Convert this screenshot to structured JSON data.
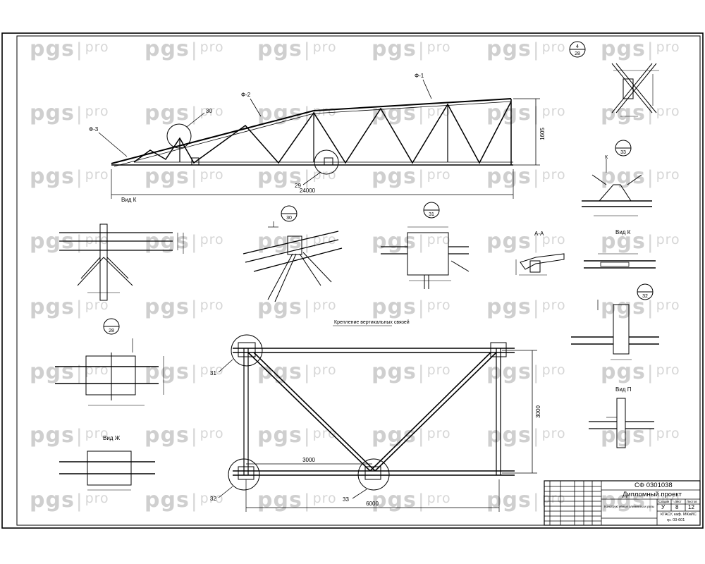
{
  "watermark": {
    "brand": "pgs",
    "separator": "|",
    "suffix": "pro"
  },
  "truss": {
    "span_label": "24000",
    "height_label": "1605",
    "view_label": "Вид К",
    "profile_labels": [
      "Ф-1",
      "Ф-2",
      "Ф-3"
    ],
    "callouts": [
      "30",
      "29"
    ]
  },
  "node_markers": [
    {
      "top": "4",
      "bottom": "28"
    },
    {
      "top": "",
      "bottom": "33"
    },
    {
      "top": "",
      "bottom": "30"
    },
    {
      "top": "",
      "bottom": "31"
    },
    {
      "top": "",
      "bottom": "28"
    },
    {
      "top": "",
      "bottom": "32"
    }
  ],
  "section_labels": {
    "aa": "А-А",
    "view_k": "Вид К",
    "view_zh": "Вид Ж",
    "view_p": "Вид П"
  },
  "bracing": {
    "title": "Крепление вертикальных связей",
    "width_label": "6000",
    "inner_label": "3000",
    "height_label": "3000",
    "callouts": [
      "31",
      "32",
      "33"
    ]
  },
  "title_block": {
    "code": "СФ 0301038",
    "project": "Дипломный проект",
    "sheet_desc": "Конструктивные элементы и узлы",
    "stage": "У",
    "sheet": "8",
    "sheets": "12",
    "headers": [
      "Стадия",
      "Лист",
      "Листов"
    ],
    "org_line1": "КГАСУ, кaф. МКиИС",
    "org_line2": "гр. 03-601"
  },
  "colors": {
    "line": "#000000",
    "watermark": "#cfcfcf"
  }
}
